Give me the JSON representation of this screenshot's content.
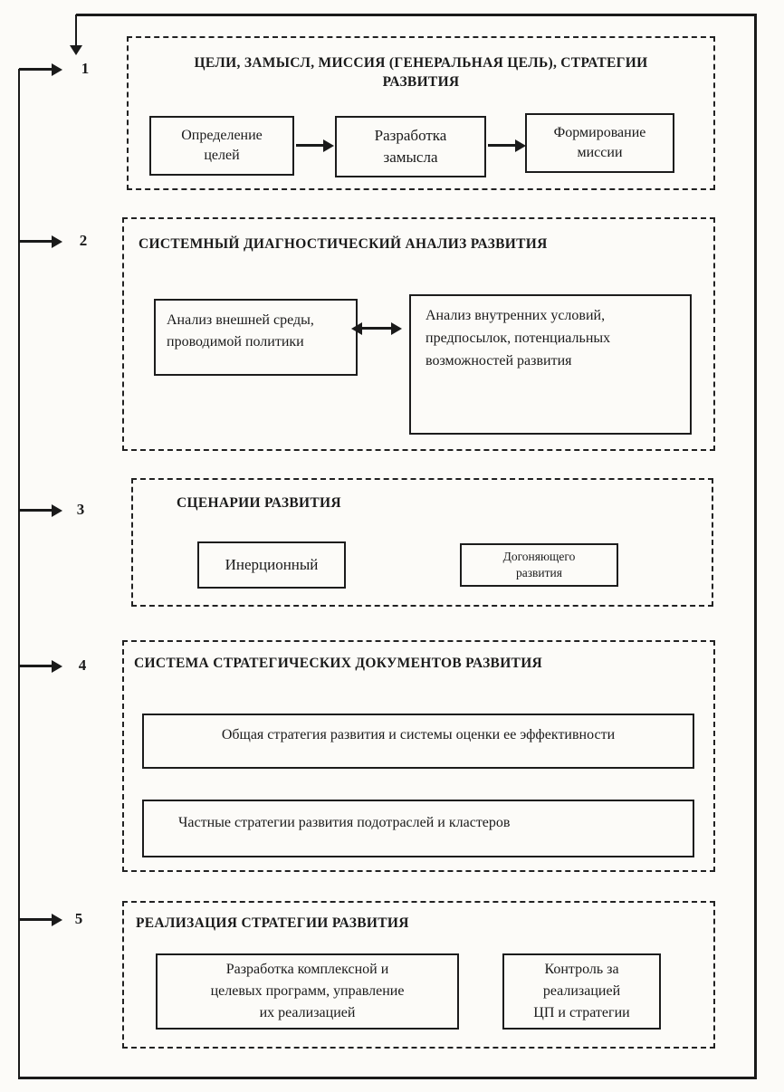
{
  "colors": {
    "ink": "#1a1a1a",
    "paper": "#fcfbf8"
  },
  "stages": [
    {
      "number": "1",
      "title": "ЦЕЛИ, ЗАМЫСЛ, МИССИЯ (ГЕНЕРАЛЬНАЯ ЦЕЛЬ), СТРАТЕГИИ\nРАЗВИТИЯ",
      "boxes": [
        "Определение\nцелей",
        "Разработка\nзамысла",
        "Формирование\nмиссии"
      ]
    },
    {
      "number": "2",
      "title": "СИСТЕМНЫЙ ДИАГНОСТИЧЕСКИЙ АНАЛИЗ РАЗВИТИЯ",
      "boxes": [
        "Анализ внешней среды,\nпроводимой  политики",
        "Анализ внутренних условий,\nпредпосылок, потенциальных\nвозможностей развития"
      ]
    },
    {
      "number": "3",
      "title": "СЦЕНАРИИ РАЗВИТИЯ",
      "boxes": [
        "Инерционный",
        "Догоняющего\nразвития"
      ]
    },
    {
      "number": "4",
      "title": "СИСТЕМА СТРАТЕГИЧЕСКИХ ДОКУМЕНТОВ РАЗВИТИЯ",
      "boxes": [
        "Общая стратегия развития  и системы   оценки ее эффективности",
        "Частные стратегии развития подотраслей и кластеров"
      ]
    },
    {
      "number": "5",
      "title": "РЕАЛИЗАЦИЯ СТРАТЕГИИ РАЗВИТИЯ",
      "boxes": [
        "Разработка комплексной и\nцелевых программ, управление\nих реализацией",
        "Контроль за\nреализацией\nЦП и стратегии"
      ]
    }
  ]
}
